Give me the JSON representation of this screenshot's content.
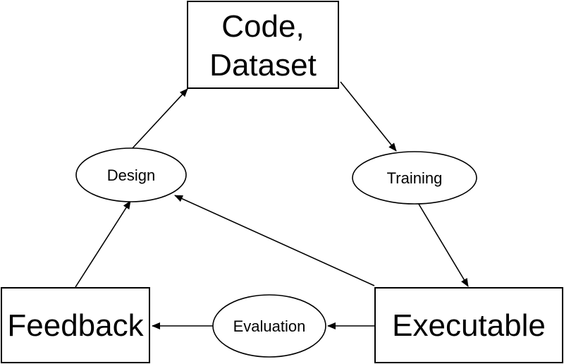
{
  "diagram": {
    "nodes": {
      "code_dataset": {
        "line1": "Code,",
        "line2": "Dataset"
      },
      "design": {
        "label": "Design"
      },
      "training": {
        "label": "Training"
      },
      "feedback": {
        "label": "Feedback"
      },
      "evaluation": {
        "label": "Evaluation"
      },
      "executable": {
        "label": "Executable"
      }
    },
    "edges": [
      {
        "from": "design",
        "to": "code_dataset"
      },
      {
        "from": "code_dataset",
        "to": "training"
      },
      {
        "from": "training",
        "to": "executable"
      },
      {
        "from": "executable",
        "to": "design"
      },
      {
        "from": "executable",
        "to": "evaluation"
      },
      {
        "from": "evaluation",
        "to": "feedback"
      },
      {
        "from": "feedback",
        "to": "design"
      }
    ]
  }
}
